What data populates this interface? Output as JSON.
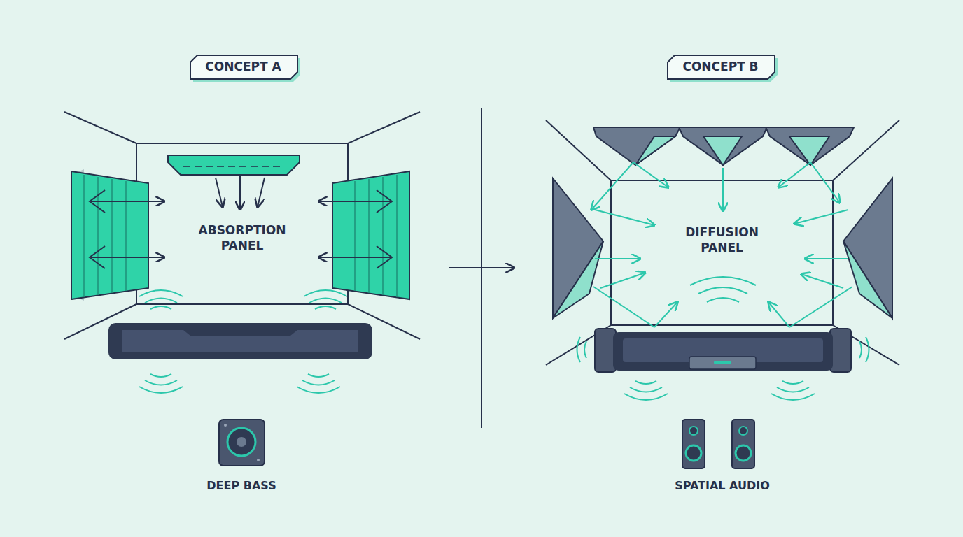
{
  "diagram": {
    "nodes": [
      {
        "text": [
          "CONCEPT A"
        ]
      },
      {
        "text": [
          "ABSORPTION PANEL"
        ]
      },
      {
        "text": [
          "CONCEPT B"
        ]
      },
      {
        "text": [
          "DIFFUSION PANEL"
        ]
      }
    ],
    "labels": [
      "DEEP BASS",
      "SPATIAL AUDIO"
    ]
  }
}
